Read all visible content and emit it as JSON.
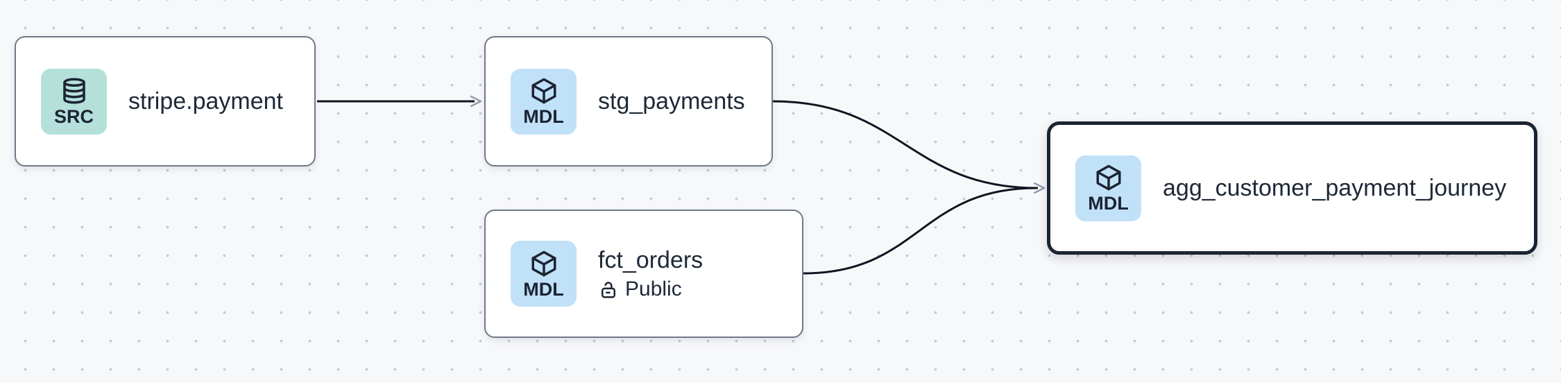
{
  "diagram": {
    "type": "data-lineage-graph",
    "nodes": [
      {
        "id": "stripe.payment",
        "title": "stripe.payment",
        "kind": "source",
        "badge": {
          "label": "SRC",
          "icon": "database-icon",
          "bg": "#b5e0da"
        },
        "selected": false
      },
      {
        "id": "stg_payments",
        "title": "stg_payments",
        "kind": "model",
        "badge": {
          "label": "MDL",
          "icon": "cube-icon",
          "bg": "#c1e1f8"
        },
        "selected": false
      },
      {
        "id": "fct_orders",
        "title": "fct_orders",
        "kind": "model",
        "subtitle": {
          "icon": "unlock-icon",
          "label": "Public"
        },
        "badge": {
          "label": "MDL",
          "icon": "cube-icon",
          "bg": "#c1e1f8"
        },
        "selected": false
      },
      {
        "id": "agg_customer_payment_journey",
        "title": "agg_customer_payment_journey",
        "kind": "model",
        "badge": {
          "label": "MDL",
          "icon": "cube-icon",
          "bg": "#c1e1f8"
        },
        "selected": true
      }
    ],
    "edges": [
      {
        "from": "stripe.payment",
        "to": "stg_payments"
      },
      {
        "from": "stg_payments",
        "to": "agg_customer_payment_journey"
      },
      {
        "from": "fct_orders",
        "to": "agg_customer_payment_journey"
      }
    ],
    "colors": {
      "canvas_bg": "#f7f8fa",
      "grid_dot": "#c3c7cf",
      "node_bg": "#ffffff",
      "node_border": "#6f7889",
      "selected_node_border": "#1b2433",
      "src_badge_bg": "#b5e0da",
      "mdl_badge_bg": "#c1e1f8",
      "edge_line": "#0e1521",
      "edge_arrow": "#949cab",
      "text": "#1e2837"
    }
  }
}
